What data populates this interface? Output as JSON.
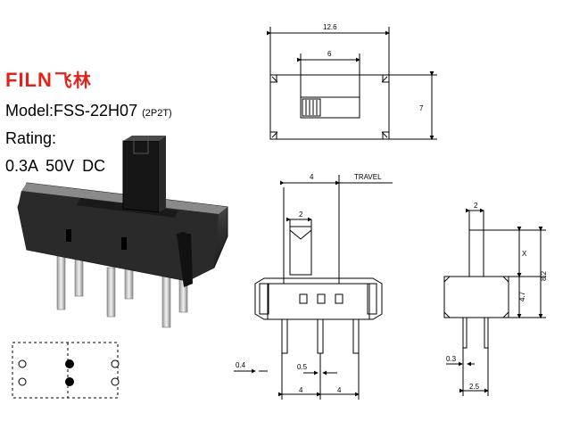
{
  "brand": {
    "logo_latin": "FILN",
    "logo_cn": "飞林",
    "logo_color": "#e2231a"
  },
  "specs": {
    "model_label": "Model:",
    "model_value": "FSS-22H07",
    "model_suffix": "(2P2T)",
    "rating_label": "Rating:",
    "rating_current": "0.3A",
    "rating_voltage": "50V",
    "rating_type": "DC"
  },
  "drawing": {
    "top_view_width": "12.6",
    "top_view_inner": "6",
    "top_view_height": "7",
    "travel_label": "TRAVEL",
    "travel_value": "4",
    "actuator_width_front": "2",
    "pin_thickness": "0.4",
    "pin_width": "0.5",
    "pin_pitch_left": "4",
    "pin_pitch_right": "4",
    "side_actuator_width": "2",
    "side_actuator_height": "X",
    "side_body_height": "4.7",
    "side_total_height": "8.2",
    "side_pin_thickness": "0.3",
    "side_pin_spacing": "2.5"
  }
}
